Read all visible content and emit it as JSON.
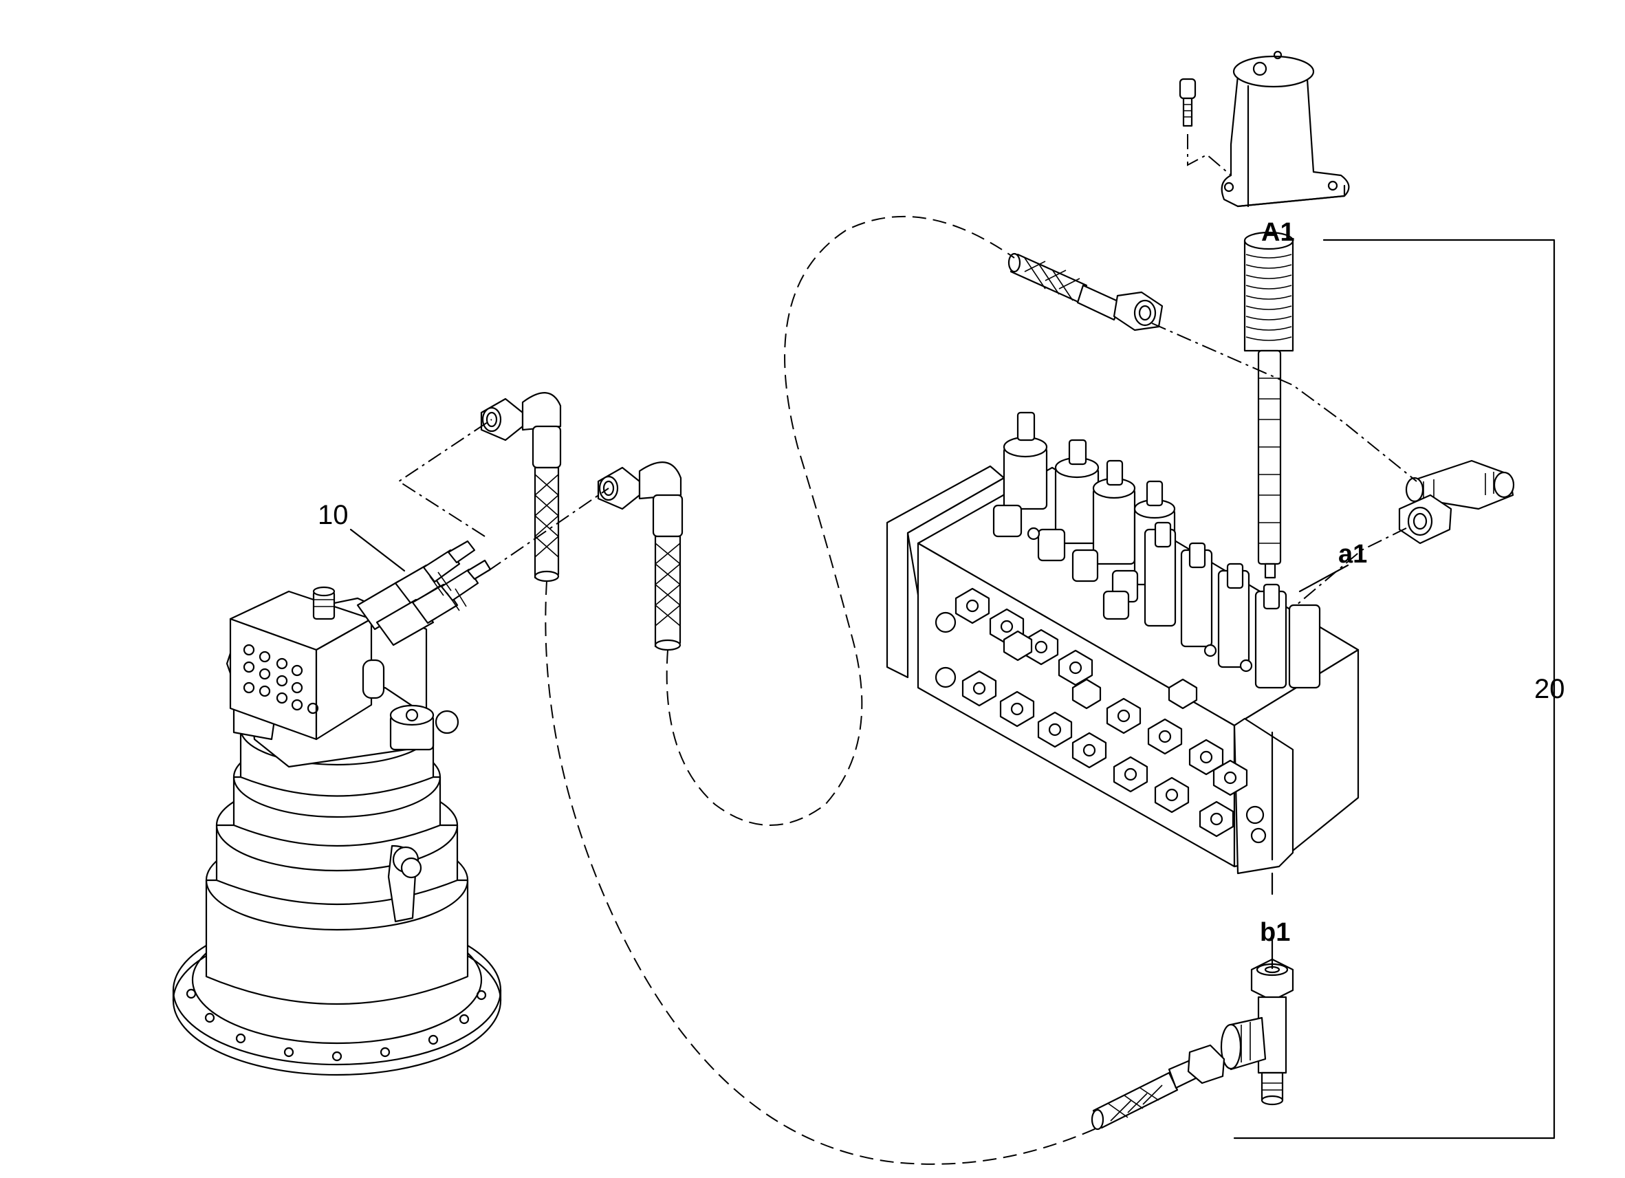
{
  "labels": {
    "part_10": "10",
    "part_20": "20",
    "ref_A1": "A1",
    "ref_a1": "a1",
    "ref_b1": "b1"
  },
  "colors": {
    "line": "#000000",
    "background": "#ffffff"
  }
}
